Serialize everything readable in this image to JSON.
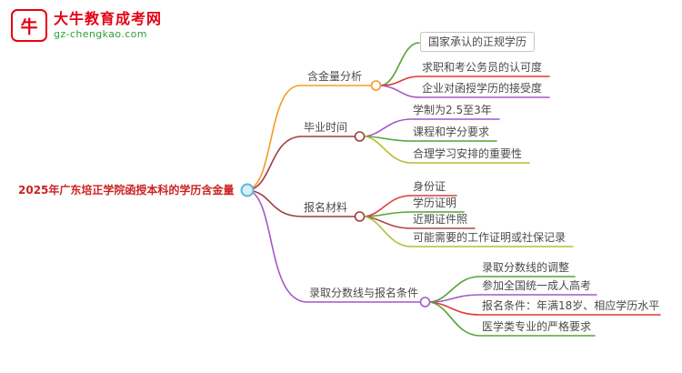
{
  "logo": {
    "brand": "大牛教育成考网",
    "domain": "gz-chengkao.com",
    "icon": "bull-icon",
    "icon_glyph": "牛"
  },
  "central": {
    "label": "2025年广东培正学院函授本科的学历含金量"
  },
  "branches": [
    {
      "label": "含金量分析",
      "color": "#f59a23",
      "children": [
        {
          "label": "国家承认的正规学历",
          "color": "#55a435",
          "boxed": true
        },
        {
          "label": "求职和考公务员的认可度",
          "color": "#dd3c3c"
        },
        {
          "label": "企业对函授学历的接受度",
          "color": "#a457c9"
        }
      ]
    },
    {
      "label": "毕业时间",
      "color": "#9e3c3c",
      "children": [
        {
          "label": "学制为2.5至3年",
          "color": "#a457c9"
        },
        {
          "label": "课程和学分要求",
          "color": "#55a435"
        },
        {
          "label": "合理学习安排的重要性",
          "color": "#b8bd33"
        }
      ]
    },
    {
      "label": "报名材料",
      "color": "#9e3c3c",
      "children": [
        {
          "label": "身份证",
          "color": "#dd3c3c"
        },
        {
          "label": "学历证明",
          "color": "#55a435"
        },
        {
          "label": "近期证件照",
          "color": "#b04545"
        },
        {
          "label": "可能需要的工作证明或社保记录",
          "color": "#b8bd33"
        }
      ]
    },
    {
      "label": "录取分数线与报名条件",
      "color": "#a457c9",
      "children": [
        {
          "label": "录取分数线的调整",
          "color": "#55a435"
        },
        {
          "label": "参加全国统一成人高考",
          "color": "#a457c9"
        },
        {
          "label": "报名条件：年满18岁、相应学历水平",
          "color": "#dd3c3c"
        },
        {
          "label": "医学类专业的严格要求",
          "color": "#55a435"
        }
      ]
    }
  ],
  "palette": {
    "orange": "#f59a23",
    "green": "#55a435",
    "red": "#dd3c3c",
    "maroon": "#9e3c3c",
    "purple": "#a457c9",
    "olive": "#b8bd33",
    "central_text_red": "#cc2222",
    "central_dot_teal": "#57b7d8",
    "brand_red": "#e60012",
    "brand_green": "#2e9e36"
  }
}
